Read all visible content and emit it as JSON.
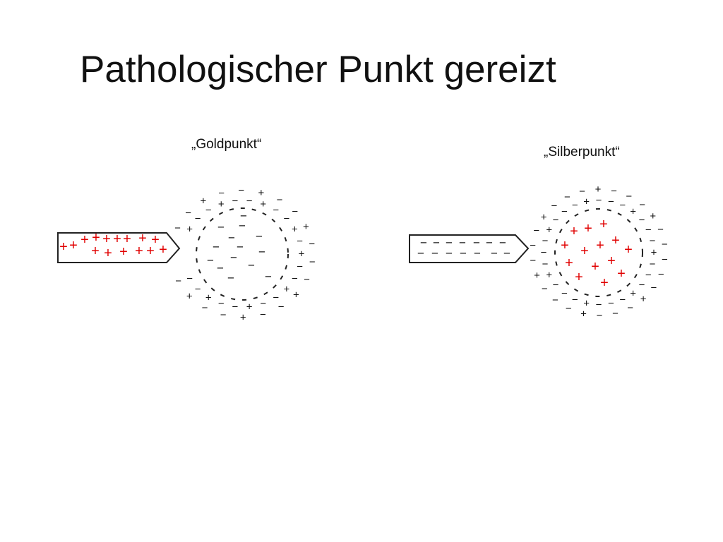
{
  "slide": {
    "title": "Pathologischer Punkt gereizt"
  },
  "panels": {
    "gold": {
      "label": "„Goldpunkt“"
    },
    "silver": {
      "label": "„Silberpunkt“"
    }
  },
  "symbols": {
    "plus": "+",
    "minus": "−"
  },
  "colors": {
    "positive_charge": "#e00000",
    "negative_charge": "#111111",
    "outline": "#222222"
  }
}
